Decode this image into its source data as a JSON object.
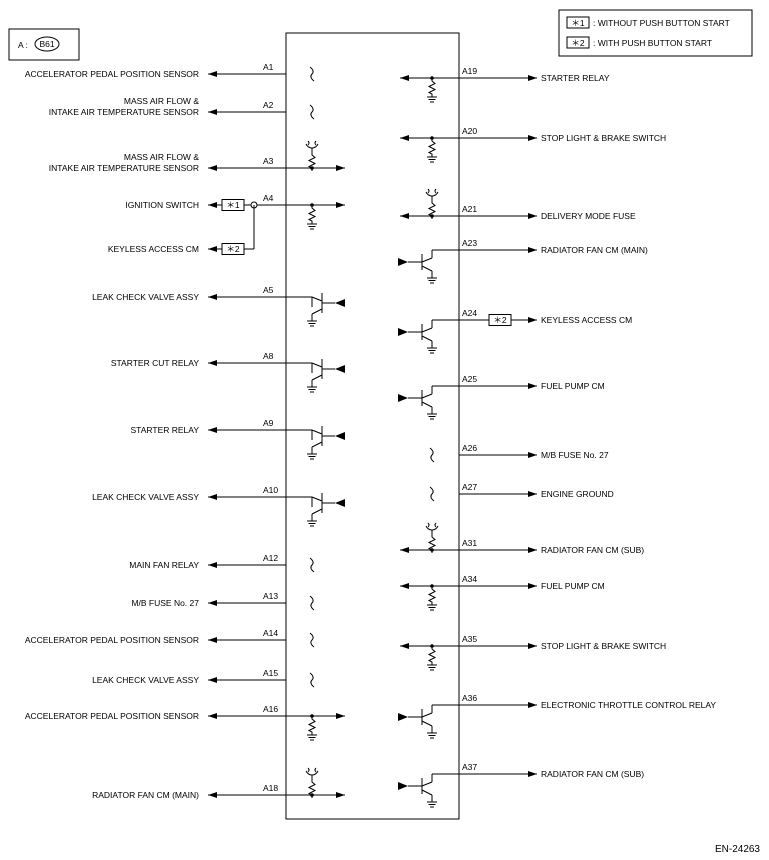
{
  "connector_box": {
    "prefix": "A :",
    "connector": "B61"
  },
  "legend": [
    {
      "tag": "＊1",
      "text": ": WITHOUT PUSH BUTTON START"
    },
    {
      "tag": "＊2",
      "text": ": WITH PUSH BUTTON START"
    }
  ],
  "left_pins": [
    {
      "pin": "A1",
      "label": [
        "ACCELERATOR PEDAL POSITION SENSOR"
      ],
      "arrow": "out",
      "symbol": "wave"
    },
    {
      "pin": "A2",
      "label": [
        "MASS AIR FLOW &",
        "INTAKE AIR TEMPERATURE SENSOR"
      ],
      "arrow": "out",
      "symbol": "wave"
    },
    {
      "pin": "A3",
      "label": [
        "MASS AIR FLOW &",
        "INTAKE AIR TEMPERATURE SENSOR"
      ],
      "arrow": "both",
      "symbol": "pullup"
    },
    {
      "pin": "A4",
      "label": [
        "IGNITION SWITCH"
      ],
      "arrow": "both",
      "symbol": "pulldown",
      "tag": "＊1"
    },
    {
      "pin": "",
      "label": [
        "KEYLESS ACCESS CM"
      ],
      "arrow": "out",
      "symbol": "none",
      "tag": "＊2"
    },
    {
      "pin": "A5",
      "label": [
        "LEAK CHECK VALVE ASSY"
      ],
      "arrow": "out",
      "symbol": "transistor"
    },
    {
      "pin": "A8",
      "label": [
        "STARTER CUT RELAY"
      ],
      "arrow": "out",
      "symbol": "transistor"
    },
    {
      "pin": "A9",
      "label": [
        "STARTER RELAY"
      ],
      "arrow": "out",
      "symbol": "transistor"
    },
    {
      "pin": "A10",
      "label": [
        "LEAK CHECK VALVE ASSY"
      ],
      "arrow": "out",
      "symbol": "transistor"
    },
    {
      "pin": "A12",
      "label": [
        "MAIN FAN RELAY"
      ],
      "arrow": "out",
      "symbol": "wave"
    },
    {
      "pin": "A13",
      "label": [
        "M/B FUSE No. 27"
      ],
      "arrow": "out",
      "symbol": "wave"
    },
    {
      "pin": "A14",
      "label": [
        "ACCELERATOR PEDAL POSITION SENSOR"
      ],
      "arrow": "out",
      "symbol": "wave"
    },
    {
      "pin": "A15",
      "label": [
        "LEAK CHECK VALVE ASSY"
      ],
      "arrow": "out",
      "symbol": "wave"
    },
    {
      "pin": "A16",
      "label": [
        "ACCELERATOR PEDAL POSITION SENSOR"
      ],
      "arrow": "both",
      "symbol": "pulldown"
    },
    {
      "pin": "A18",
      "label": [
        "RADIATOR FAN CM (MAIN)"
      ],
      "arrow": "both",
      "symbol": "pullup"
    }
  ],
  "right_pins": [
    {
      "pin": "A19",
      "label": "STARTER RELAY",
      "arrow": "both",
      "symbol": "pulldown"
    },
    {
      "pin": "A20",
      "label": "STOP LIGHT & BRAKE SWITCH",
      "arrow": "both",
      "symbol": "pulldown"
    },
    {
      "pin": "A21",
      "label": "DELIVERY MODE FUSE",
      "arrow": "both",
      "symbol": "pullup"
    },
    {
      "pin": "A23",
      "label": "RADIATOR FAN CM (MAIN)",
      "arrow": "out",
      "symbol": "transistor"
    },
    {
      "pin": "A24",
      "label": "KEYLESS ACCESS CM",
      "arrow": "out",
      "symbol": "transistor",
      "tag": "＊2"
    },
    {
      "pin": "A25",
      "label": "FUEL PUMP CM",
      "arrow": "out",
      "symbol": "transistor"
    },
    {
      "pin": "A26",
      "label": "M/B FUSE No. 27",
      "arrow": "out",
      "symbol": "wave"
    },
    {
      "pin": "A27",
      "label": "ENGINE GROUND",
      "arrow": "out",
      "symbol": "wave"
    },
    {
      "pin": "A31",
      "label": "RADIATOR FAN CM (SUB)",
      "arrow": "both",
      "symbol": "pullup"
    },
    {
      "pin": "A34",
      "label": "FUEL PUMP CM",
      "arrow": "both",
      "symbol": "pulldown"
    },
    {
      "pin": "A35",
      "label": "STOP LIGHT & BRAKE SWITCH",
      "arrow": "both",
      "symbol": "pulldown"
    },
    {
      "pin": "A36",
      "label": "ELECTRONIC THROTTLE CONTROL RELAY",
      "arrow": "out",
      "symbol": "transistor"
    },
    {
      "pin": "A37",
      "label": "RADIATOR FAN CM (SUB)",
      "arrow": "out",
      "symbol": "transistor"
    }
  ],
  "diagram_code": "EN-24263"
}
